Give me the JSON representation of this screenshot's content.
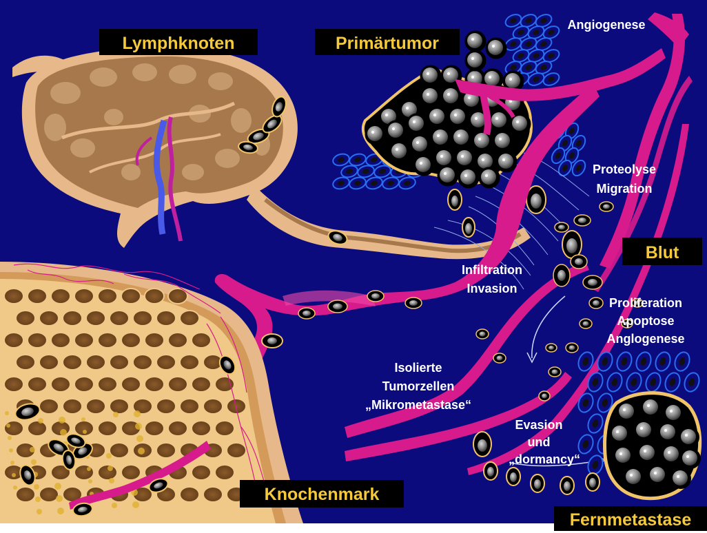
{
  "labels": {
    "lymphknoten": "Lymphknoten",
    "primaertumor": "Primärtumor",
    "blut": "Blut",
    "knochenmark": "Knochenmark",
    "fernmetastase": "Fernmetastase"
  },
  "annotations": {
    "angiogenese": "Angiogenese",
    "proteolyse": "Proteolyse",
    "migration": "Migration",
    "infiltration": "Infiltration",
    "invasion": "Invasion",
    "proliferation": "Proliferation",
    "apoptose": "Apoptose",
    "angiogenese2": "Anglogenese",
    "isolierte": "Isolierte",
    "tumorzellen": "Tumorzellen",
    "mikrometastase": "„Mikrometastase“",
    "evasion": "Evasion",
    "und": "und",
    "dormancy": "„dormancy“"
  },
  "colors": {
    "background": "#0b0b7e",
    "label_box": "#000000",
    "label_text": "#f5c93a",
    "vessel": "#d81b8c",
    "lymph": "#a6784b",
    "tumor_outline": "#f2c46a",
    "endothelium": "#2a5de0"
  }
}
